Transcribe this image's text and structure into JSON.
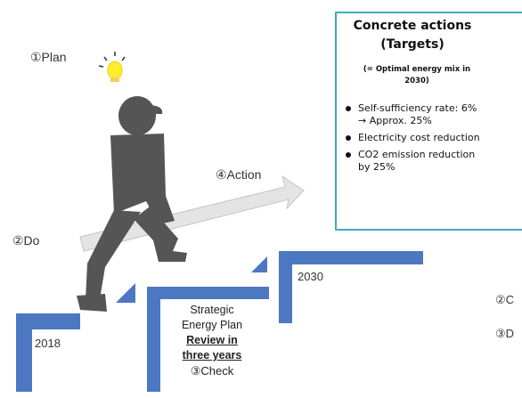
{
  "steps": {
    "plan": "①Plan",
    "do": "②Do",
    "action": "④Action",
    "check": "③Check"
  },
  "years": {
    "start": "2018",
    "target": "2030"
  },
  "strategy": {
    "line1": "Strategic",
    "line2": "Energy  Plan",
    "review1": "Review in",
    "review2": "three years"
  },
  "targets_box": {
    "title1": "Concrete actions",
    "title2": "(Targets)",
    "sub1": "(= Optimal energy mix in",
    "sub2": "2030)",
    "items": [
      {
        "line1": "Self-sufficiency rate: 6%",
        "line2": "→ Approx.  25%"
      },
      {
        "line1": "Electricity cost reduction",
        "line2": ""
      },
      {
        "line1": "CO2 emission reduction",
        "line2": "by 25%"
      }
    ]
  },
  "right_partial": {
    "a": "②C",
    "b": "③D"
  },
  "colors": {
    "stair_blue": "#4c78c2",
    "box_border": "#41a7c8",
    "figure": "#555555",
    "arrow": "#e2e2e2",
    "bulb": "#ffee2c"
  },
  "icons": {
    "bulb": "lightbulb-icon",
    "person": "climbing-person-icon",
    "arrow": "action-arrow-icon"
  }
}
